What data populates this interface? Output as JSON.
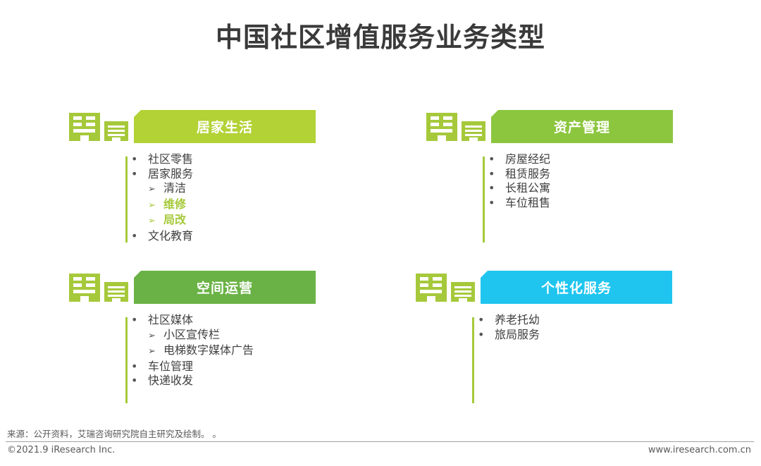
{
  "title": "中国社区增值服务业务类型",
  "colors": {
    "lime": "#a6c93b",
    "green": "#6ab245",
    "cyan": "#1fc5ef",
    "text": "#404040"
  },
  "icons": {
    "building": "building-icon",
    "small_building": "small-building-icon"
  },
  "cards": [
    {
      "header": "居家生活",
      "header_color": "#b2d235",
      "items": [
        {
          "type": "bullet",
          "mark": "•",
          "text": "社区零售"
        },
        {
          "type": "bullet",
          "mark": "•",
          "text": "居家服务"
        },
        {
          "type": "sub",
          "mark": "➢",
          "text": "清洁"
        },
        {
          "type": "sub-highlight",
          "mark": "➢",
          "text": "维修"
        },
        {
          "type": "sub-highlight",
          "mark": "➢",
          "text": "局改"
        },
        {
          "type": "bullet",
          "mark": "•",
          "text": "文化教育"
        }
      ]
    },
    {
      "header": "资产管理",
      "header_color": "#8cc63f",
      "items": [
        {
          "type": "bullet",
          "mark": "•",
          "text": "房屋经纪"
        },
        {
          "type": "bullet",
          "mark": "•",
          "text": "租赁服务"
        },
        {
          "type": "bullet",
          "mark": "•",
          "text": "长租公寓"
        },
        {
          "type": "bullet",
          "mark": "•",
          "text": "车位租售"
        }
      ]
    },
    {
      "header": "空间运营",
      "header_color": "#6ab245",
      "items": [
        {
          "type": "bullet",
          "mark": "•",
          "text": "社区媒体"
        },
        {
          "type": "sub",
          "mark": "➢",
          "text": "小区宣传栏"
        },
        {
          "type": "sub",
          "mark": "➢",
          "text": "电梯数字媒体广告"
        },
        {
          "type": "bullet",
          "mark": "•",
          "text": "车位管理"
        },
        {
          "type": "bullet",
          "mark": "•",
          "text": "快递收发"
        }
      ]
    },
    {
      "header": "个性化服务",
      "header_color": "#1fc5ef",
      "items": [
        {
          "type": "bullet",
          "mark": "•",
          "text": "养老托幼"
        },
        {
          "type": "bullet",
          "mark": "•",
          "text": "旅局服务"
        }
      ]
    }
  ],
  "footer": {
    "source": "来源：公开资料，艾瑞咨询研究院自主研究及绘制。 。",
    "copyright": "©2021.9 iResearch Inc.",
    "website": "www.iresearch.com.cn"
  }
}
